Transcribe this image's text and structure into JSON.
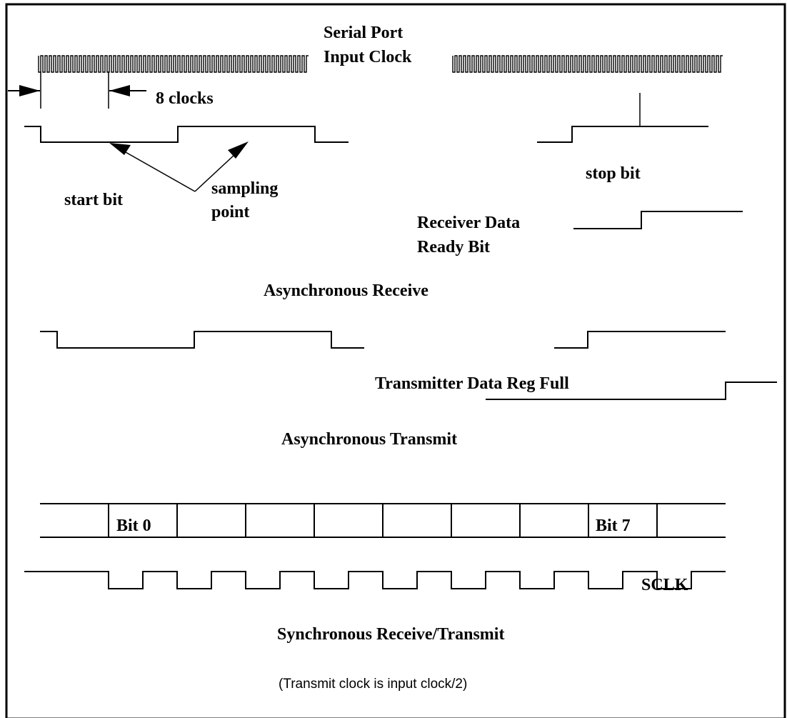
{
  "labels": {
    "serial_port": "Serial Port",
    "input_clock": "Input Clock",
    "eight_clocks": "8 clocks",
    "start_bit": "start bit",
    "sampling": "sampling",
    "point": "point",
    "stop_bit": "stop bit",
    "receiver_data": "Receiver Data",
    "ready_bit": "Ready Bit",
    "async_receive": "Asynchronous Receive",
    "tx_data_reg_full": "Transmitter Data Reg Full",
    "async_transmit": "Asynchronous Transmit",
    "bit0": "Bit 0",
    "bit7": "Bit 7",
    "sclk": "SCLK",
    "sync_rxtx": "Synchronous Receive/Transmit",
    "note": "(Transmit clock is input clock/2)"
  }
}
